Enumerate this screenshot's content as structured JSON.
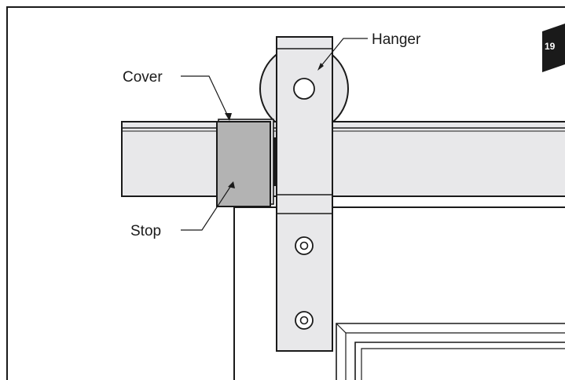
{
  "diagram": {
    "step_number": "19",
    "labels": {
      "hanger": "Hanger",
      "cover": "Cover",
      "stop": "Stop"
    },
    "colors": {
      "line": "#1a1a1a",
      "part_fill": "#e8e8ea",
      "stop_fill": "#b3b3b3",
      "door_fill": "#ffffff",
      "badge_fill": "#1a1a1a"
    }
  }
}
